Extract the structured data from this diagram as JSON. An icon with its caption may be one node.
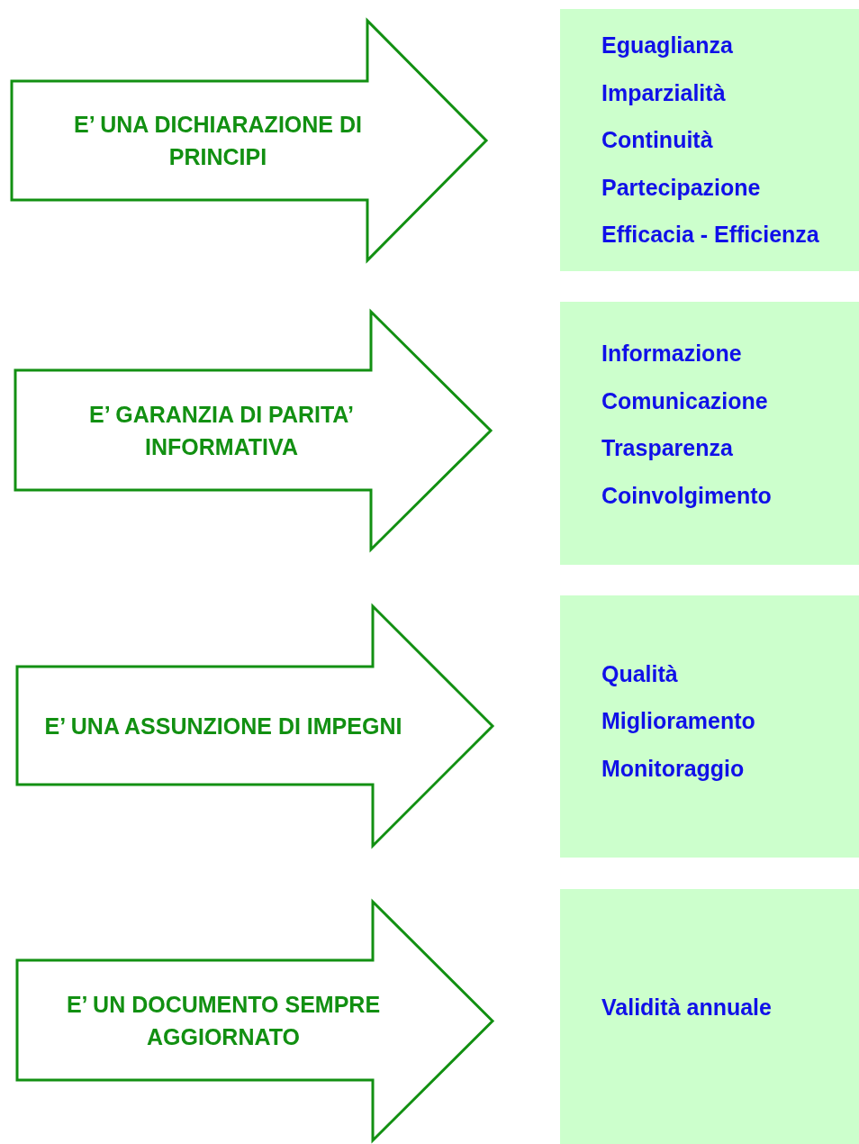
{
  "diagram": {
    "nodes": [
      {
        "text": [
          "E’ UNA DICHIARAZIONE DI PRINCIPI"
        ]
      },
      {
        "text": [
          "Eguaglianza",
          "Imparzialità",
          "Continuità",
          "Partecipazione",
          "Efficacia - Efficienza"
        ]
      },
      {
        "text": [
          "E’ GARANZIA DI PARITA’ INFORMATIVA"
        ]
      },
      {
        "text": [
          "Informazione",
          "Comunicazione",
          "Trasparenza",
          "Coinvolgimento"
        ]
      },
      {
        "text": [
          "E’ UNA ASSUNZIONE DI IMPEGNI"
        ]
      },
      {
        "text": [
          "Qualità",
          "Miglioramento",
          "Monitoraggio"
        ]
      },
      {
        "text": [
          "E’ UN DOCUMENTO SEMPRE AGGIORNATO"
        ]
      },
      {
        "text": [
          "Validità annuale"
        ]
      }
    ]
  }
}
